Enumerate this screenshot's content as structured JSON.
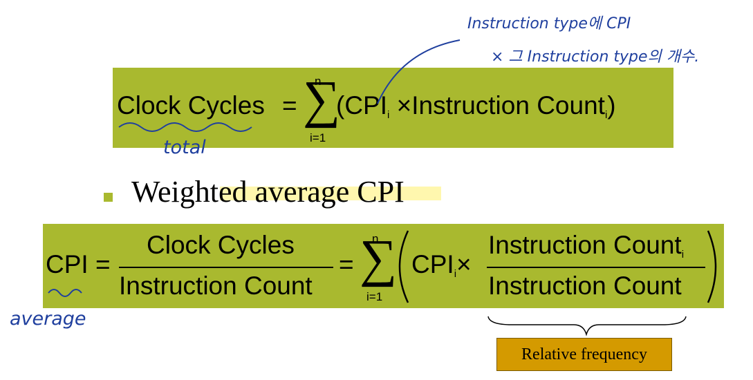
{
  "equation1": {
    "lhs": "Clock Cycles",
    "equals": "=",
    "sum_symbol": "∑",
    "upper_limit": "n",
    "lower_limit": "i=1",
    "body_open": "(CPI",
    "sub_i": "i",
    "times_text": " ×Instruction Count",
    "body_close": ")"
  },
  "bullet": {
    "text": "Weighted average CPI"
  },
  "equation2": {
    "lhs": "CPI",
    "equals": "=",
    "numerator": "Clock Cycles",
    "denominator": "Instruction Count",
    "sum_symbol": "∑",
    "upper_limit": "n",
    "lower_limit": "i=1",
    "cpi_term": "CPI",
    "sub_i": "i",
    "times": "×",
    "frac_numerator": "Instruction Count",
    "frac_denominator": "Instruction Count"
  },
  "label_box": {
    "text": "Relative frequency"
  },
  "handwriting": {
    "note_line1": "Instruction type에 CPI",
    "note_line2": "× 그 Instruction type의 개수.",
    "under_clock_cycles": "total",
    "under_cpi": "average"
  },
  "colors": {
    "equation_box": "#a9b92f",
    "label_box": "#d49a00",
    "handwriting": "#1f3f9e",
    "highlight": "#fff6a0"
  }
}
